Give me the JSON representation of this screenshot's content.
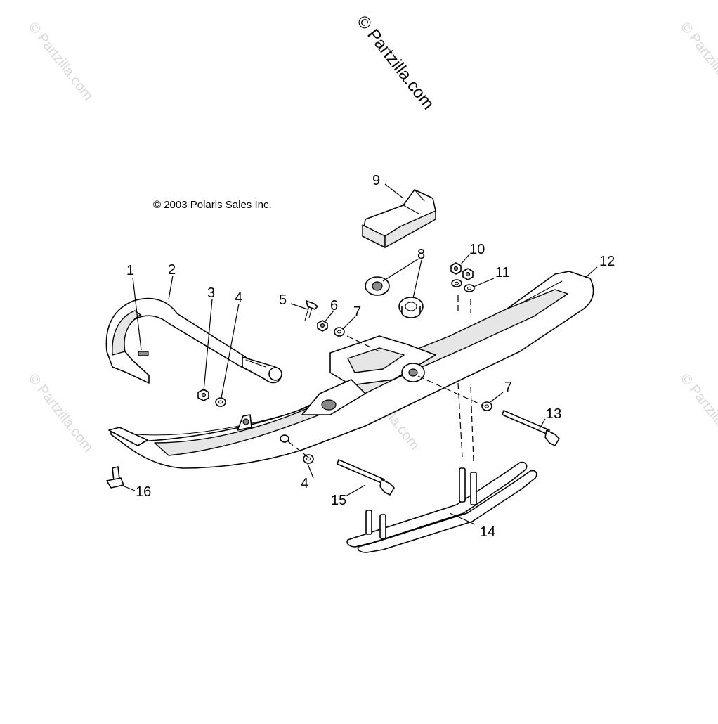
{
  "watermarks": {
    "main": "© Partzilla.com",
    "tile": "© Partzilla.com"
  },
  "copyright": "© 2003 Polaris Sales Inc.",
  "callouts": [
    {
      "id": "1",
      "label": "1"
    },
    {
      "id": "2",
      "label": "2"
    },
    {
      "id": "3",
      "label": "3"
    },
    {
      "id": "4a",
      "label": "4"
    },
    {
      "id": "5",
      "label": "5"
    },
    {
      "id": "6",
      "label": "6"
    },
    {
      "id": "7a",
      "label": "7"
    },
    {
      "id": "8",
      "label": "8"
    },
    {
      "id": "9",
      "label": "9"
    },
    {
      "id": "10",
      "label": "10"
    },
    {
      "id": "11",
      "label": "11"
    },
    {
      "id": "12",
      "label": "12"
    },
    {
      "id": "7b",
      "label": "7"
    },
    {
      "id": "13",
      "label": "13"
    },
    {
      "id": "14",
      "label": "14"
    },
    {
      "id": "4b",
      "label": "4"
    },
    {
      "id": "15",
      "label": "15"
    },
    {
      "id": "16",
      "label": "16"
    }
  ]
}
